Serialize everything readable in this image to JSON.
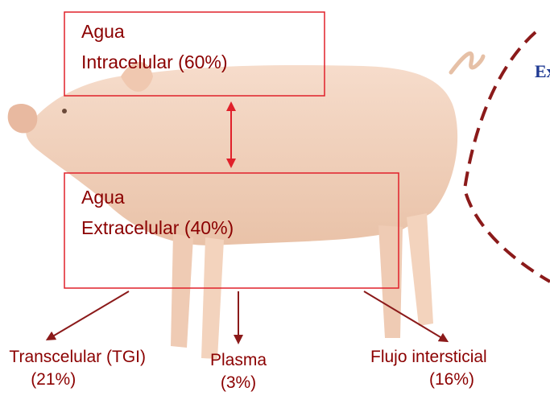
{
  "boxes": {
    "intracelular": {
      "line1": "Agua",
      "line2": "Intracelular (60%)"
    },
    "extracelular": {
      "line1": "Agua",
      "line2": "Extracelular (40%)"
    }
  },
  "branches": [
    {
      "name": "Transcelular (TGI)",
      "value": "(21%)"
    },
    {
      "name": "Plasma",
      "value": "(3%)"
    },
    {
      "name": "Flujo intersticial",
      "value": "(16%)"
    }
  ],
  "side_label": "Ex",
  "colors": {
    "box_border": "#e0202a",
    "text": "#8b0000",
    "arrow": "#8b1a1a",
    "dashed": "#8b1a1a",
    "side_label": "#1f3a93"
  }
}
